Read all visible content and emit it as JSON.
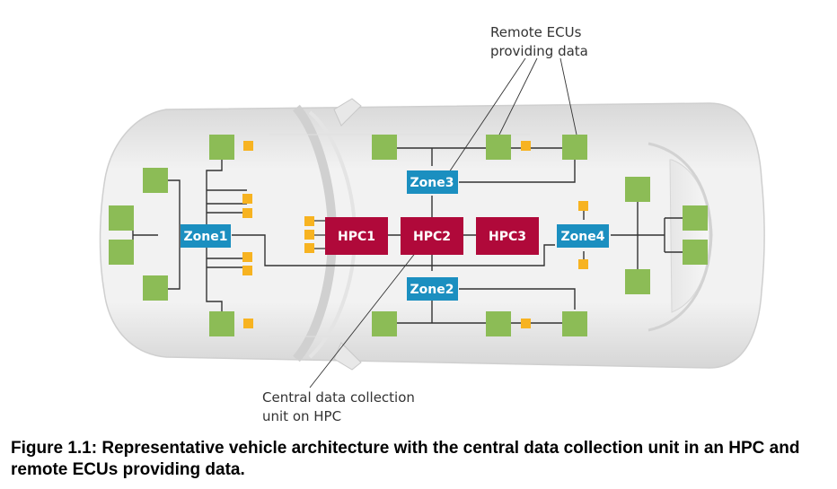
{
  "labels": {
    "remote_line1": "Remote ECUs",
    "remote_line2": "providing data",
    "central_line1": "Central data collection",
    "central_line2": "unit on HPC"
  },
  "nodes": {
    "zone1": "Zone1",
    "zone2": "Zone2",
    "zone3": "Zone3",
    "zone4": "Zone4",
    "hpc1": "HPC1",
    "hpc2": "HPC2",
    "hpc3": "HPC3"
  },
  "caption": "Figure 1.1: Representative vehicle architecture with the central data collection unit in an HPC and remote ECUs providing data.",
  "colors": {
    "zone": "#1b8fc0",
    "hpc": "#b0093a",
    "ecu": "#8cbc56",
    "sensor": "#f7b321",
    "line": "#333333"
  }
}
